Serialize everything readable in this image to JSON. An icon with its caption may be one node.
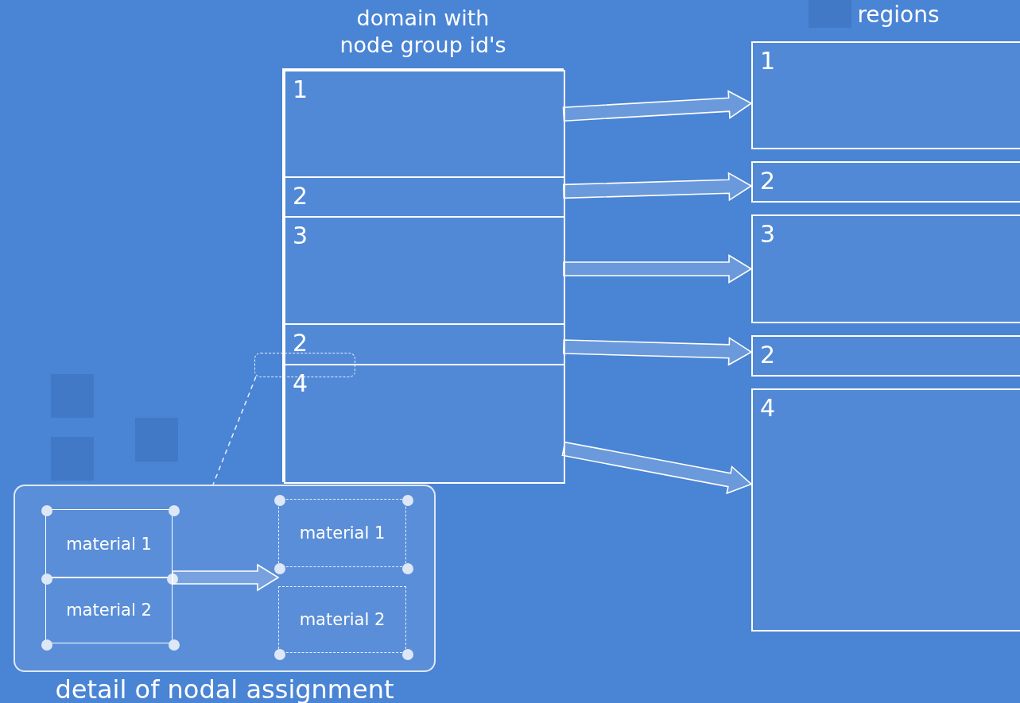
{
  "diagram": {
    "nodes": [
      {
        "text": [
          "domain with node group id's"
        ]
      },
      {
        "text": [
          "1"
        ],
        "in": 0
      },
      {
        "text": [
          "2"
        ],
        "in": 0
      },
      {
        "text": [
          "3"
        ],
        "in": 0
      },
      {
        "text": [
          "2"
        ],
        "in": 0
      },
      {
        "text": [
          "4"
        ],
        "in": 0
      },
      {
        "text": [
          "1"
        ]
      },
      {
        "text": [
          "2"
        ]
      },
      {
        "text": [
          "3"
        ]
      },
      {
        "text": [
          "2"
        ]
      },
      {
        "text": [
          "4"
        ]
      },
      {
        "text": [
          "detail of nodal assignment"
        ]
      },
      {
        "text": [
          "material 1"
        ],
        "in": 11
      },
      {
        "text": [
          "material 2"
        ],
        "in": 11
      },
      {
        "text": [
          "material 1"
        ],
        "in": 11
      },
      {
        "text": [
          "material 2"
        ],
        "in": 11
      },
      {
        "text": [],
        "shape": "box"
      }
    ],
    "edges": [
      {
        "from": 1,
        "to": 6,
        "arrow": "to"
      },
      {
        "from": 2,
        "to": 7,
        "arrow": "to"
      },
      {
        "from": 3,
        "to": 8,
        "arrow": "to"
      },
      {
        "from": 4,
        "to": 9,
        "arrow": "to"
      },
      {
        "from": 5,
        "to": 10,
        "arrow": "to"
      },
      {
        "from": 12,
        "to": 14,
        "arrow": "to"
      },
      {
        "from": 12,
        "to": 15,
        "arrow": "to"
      },
      {
        "from": 13,
        "to": 14,
        "arrow": "to"
      },
      {
        "from": 13,
        "to": 15,
        "arrow": "to"
      },
      {
        "from": 16,
        "to": 11,
        "arrow": "none",
        "style": "dashed"
      }
    ],
    "labels": [
      "regions"
    ]
  }
}
